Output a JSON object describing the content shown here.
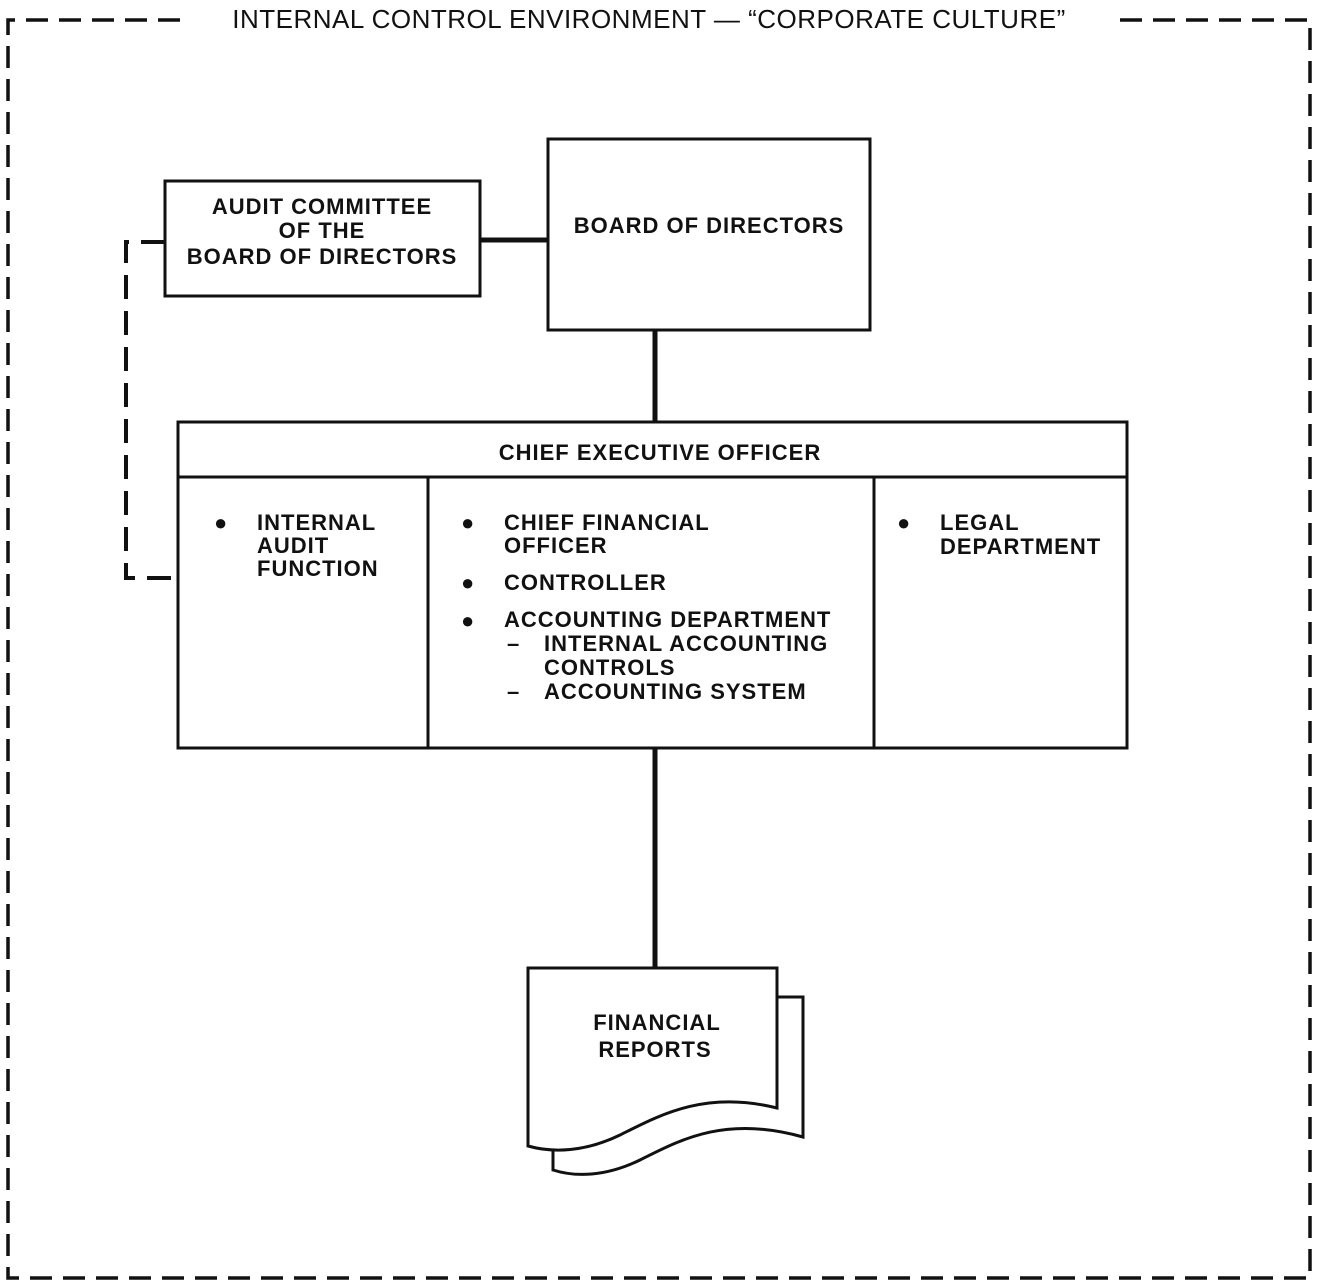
{
  "frame": {
    "title": "INTERNAL CONTROL ENVIRONMENT — “CORPORATE CULTURE”"
  },
  "audit_committee": {
    "line1": "AUDIT COMMITTEE",
    "line2": "OF THE",
    "line3": "BOARD OF DIRECTORS"
  },
  "board": {
    "label": "BOARD OF DIRECTORS"
  },
  "ceo": {
    "label": "CHIEF EXECUTIVE OFFICER",
    "left_column": {
      "item1": {
        "line1": "INTERNAL",
        "line2": "AUDIT",
        "line3": "FUNCTION"
      }
    },
    "middle_column": {
      "item1": {
        "line1": "CHIEF FINANCIAL",
        "line2": "OFFICER"
      },
      "item2": {
        "line1": "CONTROLLER"
      },
      "item3": {
        "line1": "ACCOUNTING DEPARTMENT",
        "sub1_line1": "INTERNAL ACCOUNTING",
        "sub1_line2": "CONTROLS",
        "sub2_line1": "ACCOUNTING SYSTEM"
      }
    },
    "right_column": {
      "item1": {
        "line1": "LEGAL",
        "line2": "DEPARTMENT"
      }
    }
  },
  "financial_reports": {
    "line1": "FINANCIAL",
    "line2": "REPORTS"
  },
  "glyphs": {
    "bullet": "●",
    "dash": "–"
  }
}
